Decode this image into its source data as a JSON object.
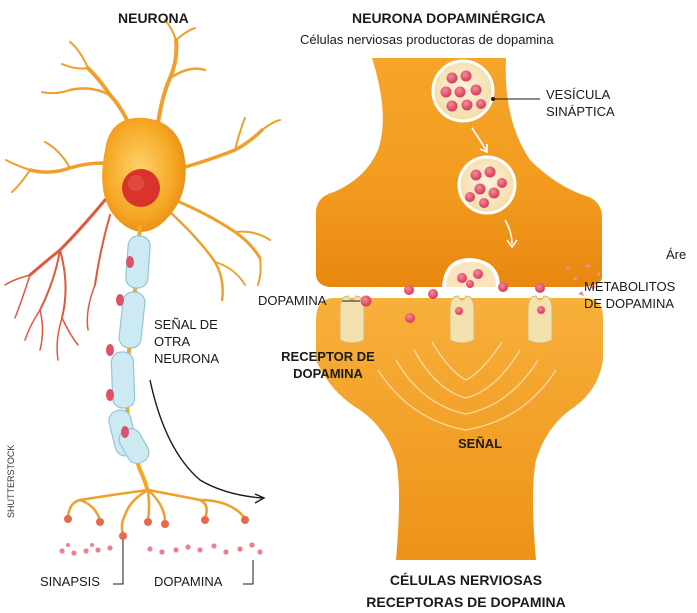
{
  "left_panel": {
    "title": "NEURONA",
    "signal_label": "SEÑAL DE OTRA NEURONA",
    "synapse_label": "SINAPSIS",
    "dopamine_label": "DOPAMINA",
    "credit": "SHUTTERSTOCK"
  },
  "right_panel": {
    "title": "NEURONA DOPAMINÉRGICA",
    "subtitle": "Células nerviosas productoras de dopamina",
    "vesicle_label": "VESÍCULA SINÁPTICA",
    "area_label": "Áre",
    "dopamine_label": "DOPAMINA",
    "metabolites_label": "METABOLITOS DE DOPAMINA",
    "receptor_label": "RECEPTOR DE DOPAMINA",
    "signal_label": "SEÑAL",
    "bottom_title_line1": "CÉLULAS NERVIOSAS",
    "bottom_title_line2": "RECEPTORAS DE DOPAMINA"
  },
  "colors": {
    "neuron_orange": "#f5a623",
    "neuron_dark": "#e07a10",
    "nucleus_red": "#d9342b",
    "myelin_blue": "#bfe3ee",
    "dopamine_pink": "#e0506a",
    "receptor_cream": "#f3e2b0"
  }
}
